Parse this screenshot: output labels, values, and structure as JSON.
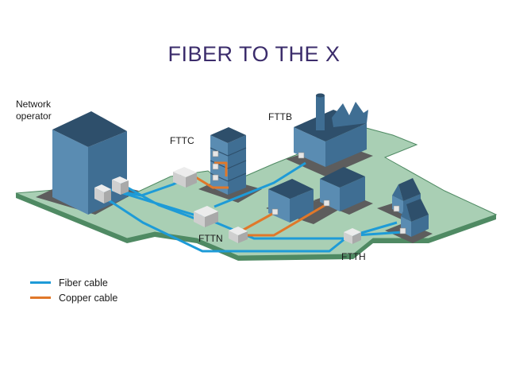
{
  "title": "FIBER TO THE X",
  "labels": {
    "network_operator_line1": "Network",
    "network_operator_line2": "operator",
    "fttc": "FTTC",
    "fttb": "FTTB",
    "fttn": "FTTN",
    "ftth": "FTTH"
  },
  "legend": [
    {
      "label": "Fiber cable",
      "color": "#1e9bd7"
    },
    {
      "label": "Copper cable",
      "color": "#e0782a"
    }
  ],
  "colors": {
    "ground": "#a9cfb4",
    "ground_edge": "#4f8a63",
    "building_front": "#4f7fa3",
    "building_side": "#3e6a8c",
    "building_top": "#2e4f6b",
    "pad": "#5d5d5d",
    "cabinet": "#d9d9d9"
  }
}
